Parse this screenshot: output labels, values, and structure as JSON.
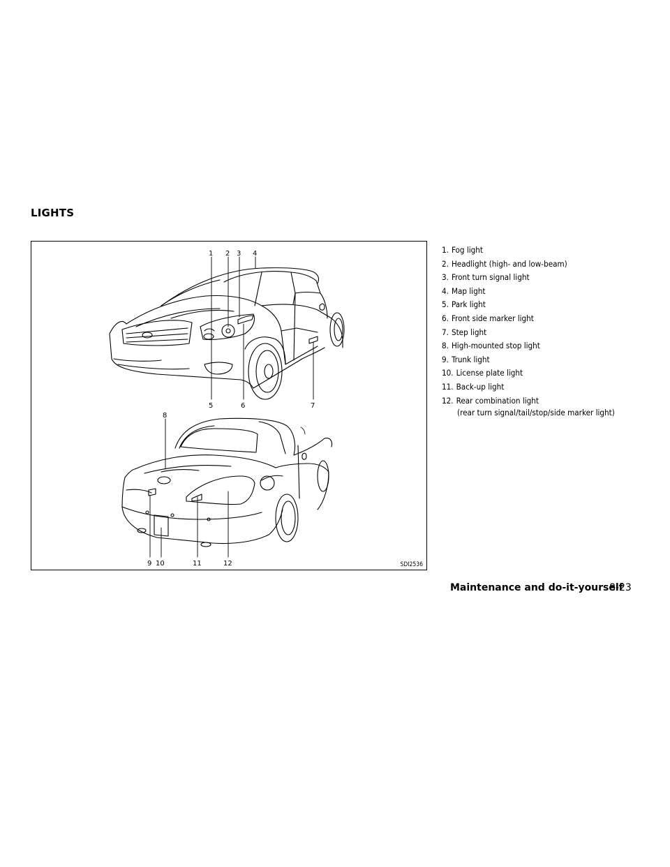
{
  "section_title": "LIGHTS",
  "figure": {
    "code": "SDI2536",
    "callouts": [
      "1",
      "2",
      "3",
      "4",
      "5",
      "6",
      "7",
      "8",
      "9",
      "10",
      "11",
      "12"
    ]
  },
  "legend": [
    {
      "num": "1.",
      "text": "Fog light"
    },
    {
      "num": "2.",
      "text": "Headlight (high- and low-beam)"
    },
    {
      "num": "3.",
      "text": "Front turn signal light"
    },
    {
      "num": "4.",
      "text": "Map light"
    },
    {
      "num": "5.",
      "text": "Park light"
    },
    {
      "num": "6.",
      "text": "Front side marker light"
    },
    {
      "num": "7.",
      "text": "Step light"
    },
    {
      "num": "8.",
      "text": "High-mounted stop light"
    },
    {
      "num": "9.",
      "text": "Trunk light"
    },
    {
      "num": "10.",
      "text": "License plate light"
    },
    {
      "num": "11.",
      "text": "Back-up light"
    },
    {
      "num": "12.",
      "text": "Rear combination light",
      "sub": "(rear turn signal/tail/stop/side marker light)"
    }
  ],
  "footer": {
    "chapter": "Maintenance and do-it-yourself",
    "page": "8-23"
  }
}
